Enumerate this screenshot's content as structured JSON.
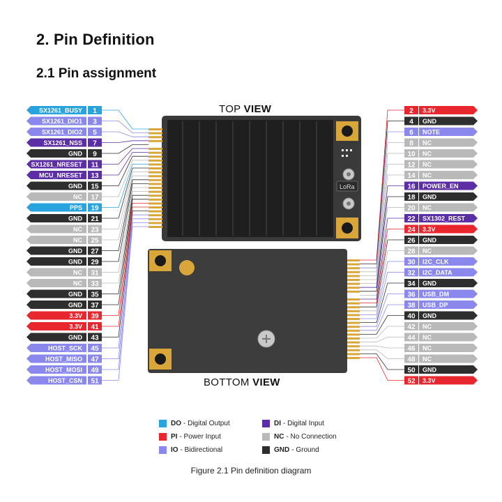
{
  "heading": "2.  Pin Definition",
  "subheading": "2.1  Pin assignment",
  "top_view": {
    "prefix": "TOP ",
    "strong": "VIEW"
  },
  "bottom_view": {
    "prefix": "BOTTOM ",
    "strong": "VIEW"
  },
  "caption": "Figure 2.1 Pin definition diagram",
  "chip_text": "LoRa",
  "colors": {
    "DO": "#29a3dd",
    "PI": "#e8262d",
    "IO": "#8a88ec",
    "DI": "#5b2ea6",
    "NC": "#b9b9b9",
    "GND": "#2e2e2e"
  },
  "left_pins": [
    {
      "num": "1",
      "name": "SX1261_BUSY",
      "type": "DO"
    },
    {
      "num": "3",
      "name": "SX1261_DIO1",
      "type": "IO"
    },
    {
      "num": "5",
      "name": "SX1261_DIO2",
      "type": "IO"
    },
    {
      "num": "7",
      "name": "SX1261_NSS",
      "type": "DI"
    },
    {
      "num": "9",
      "name": "GND",
      "type": "GND"
    },
    {
      "num": "11",
      "name": "SX1261_NRESET",
      "type": "DI"
    },
    {
      "num": "13",
      "name": "MCU_NRESET",
      "type": "DI"
    },
    {
      "num": "15",
      "name": "GND",
      "type": "GND"
    },
    {
      "num": "17",
      "name": "NC",
      "type": "NC"
    },
    {
      "num": "19",
      "name": "PPS",
      "type": "DO"
    },
    {
      "num": "21",
      "name": "GND",
      "type": "GND"
    },
    {
      "num": "23",
      "name": "NC",
      "type": "NC"
    },
    {
      "num": "25",
      "name": "NC",
      "type": "NC"
    },
    {
      "num": "27",
      "name": "GND",
      "type": "GND"
    },
    {
      "num": "29",
      "name": "GND",
      "type": "GND"
    },
    {
      "num": "31",
      "name": "NC",
      "type": "NC"
    },
    {
      "num": "33",
      "name": "NC",
      "type": "NC"
    },
    {
      "num": "35",
      "name": "GND",
      "type": "GND"
    },
    {
      "num": "37",
      "name": "GND",
      "type": "GND"
    },
    {
      "num": "39",
      "name": "3.3V",
      "type": "PI"
    },
    {
      "num": "41",
      "name": "3.3V",
      "type": "PI"
    },
    {
      "num": "43",
      "name": "GND",
      "type": "GND"
    },
    {
      "num": "45",
      "name": "HOST_SCK",
      "type": "IO"
    },
    {
      "num": "47",
      "name": "HOST_MISO",
      "type": "IO"
    },
    {
      "num": "49",
      "name": "HOST_MOSI",
      "type": "IO"
    },
    {
      "num": "51",
      "name": "HOST_CSN",
      "type": "IO"
    }
  ],
  "right_pins": [
    {
      "num": "2",
      "name": "3.3V",
      "type": "PI"
    },
    {
      "num": "4",
      "name": "GND",
      "type": "GND"
    },
    {
      "num": "6",
      "name": "NOTE",
      "type": "IO"
    },
    {
      "num": "8",
      "name": "NC",
      "type": "NC"
    },
    {
      "num": "10",
      "name": "NC",
      "type": "NC"
    },
    {
      "num": "12",
      "name": "NC",
      "type": "NC"
    },
    {
      "num": "14",
      "name": "NC",
      "type": "NC"
    },
    {
      "num": "16",
      "name": "POWER_EN",
      "type": "DI"
    },
    {
      "num": "18",
      "name": "GND",
      "type": "GND"
    },
    {
      "num": "20",
      "name": "NC",
      "type": "NC"
    },
    {
      "num": "22",
      "name": "SX1302_REST",
      "type": "DI"
    },
    {
      "num": "24",
      "name": "3.3V",
      "type": "PI"
    },
    {
      "num": "26",
      "name": "GND",
      "type": "GND"
    },
    {
      "num": "28",
      "name": "NC",
      "type": "NC"
    },
    {
      "num": "30",
      "name": "I2C_CLK",
      "type": "IO"
    },
    {
      "num": "32",
      "name": "I2C_DATA",
      "type": "IO"
    },
    {
      "num": "34",
      "name": "GND",
      "type": "GND"
    },
    {
      "num": "36",
      "name": "USB_DM",
      "type": "IO"
    },
    {
      "num": "38",
      "name": "USB_DP",
      "type": "IO"
    },
    {
      "num": "40",
      "name": "GND",
      "type": "GND"
    },
    {
      "num": "42",
      "name": "NC",
      "type": "NC"
    },
    {
      "num": "44",
      "name": "NC",
      "type": "NC"
    },
    {
      "num": "46",
      "name": "NC",
      "type": "NC"
    },
    {
      "num": "48",
      "name": "NC",
      "type": "NC"
    },
    {
      "num": "50",
      "name": "GND",
      "type": "GND"
    },
    {
      "num": "52",
      "name": "3.3V",
      "type": "PI"
    }
  ],
  "legend": [
    {
      "code": "DO",
      "label": "- Digital Output"
    },
    {
      "code": "DI",
      "label": "- Digital Input"
    },
    {
      "code": "PI",
      "label": "- Power Input"
    },
    {
      "code": "NC",
      "label": "- No Connection"
    },
    {
      "code": "IO",
      "label": "-  Bidirectional"
    },
    {
      "code": "GND",
      "label": "- Ground"
    }
  ]
}
